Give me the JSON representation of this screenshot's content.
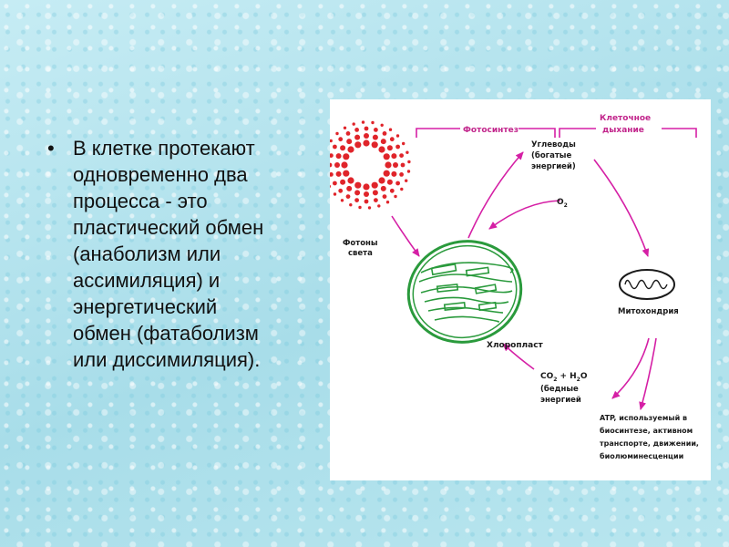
{
  "slide": {
    "bullet": "•",
    "text": "В клетке протекают\nодновременно два\nпроцесса - это\nпластический обмен\n(анаболизм или\nассимиляция) и\nэнергетический\nобмен (фатаболизм\nили диссимиляция)."
  },
  "diagram": {
    "photosynthesis": "Фотосинтез",
    "cell_respiration_1": "Клеточное",
    "cell_respiration_2": "дыхание",
    "carbohydrates_1": "Углеводы",
    "carbohydrates_2": "(богатые",
    "carbohydrates_3": "энергией)",
    "oxygen": "O",
    "oxygen_sub": "2",
    "photons_1": "Фотоны",
    "photons_2": "света",
    "mitochondria": "Митохондрия",
    "chloroplast": "Хлоропласт",
    "co2_1": "CO",
    "co2_sub": "2",
    "h2o_1": "+ H",
    "h2o_sub": "2",
    "h2o_2": "O",
    "poor_1": "(бедные",
    "poor_2": "энергией",
    "atp_1": "ATP, используемый в",
    "atp_2": "биосинтезе, активном",
    "atp_3": "транспорте, движении,",
    "atp_4": "биолюминесценции",
    "colors": {
      "arrow": "#d51fa5",
      "chloroplast": "#2a9a3c",
      "sun": "#e0242a"
    }
  }
}
